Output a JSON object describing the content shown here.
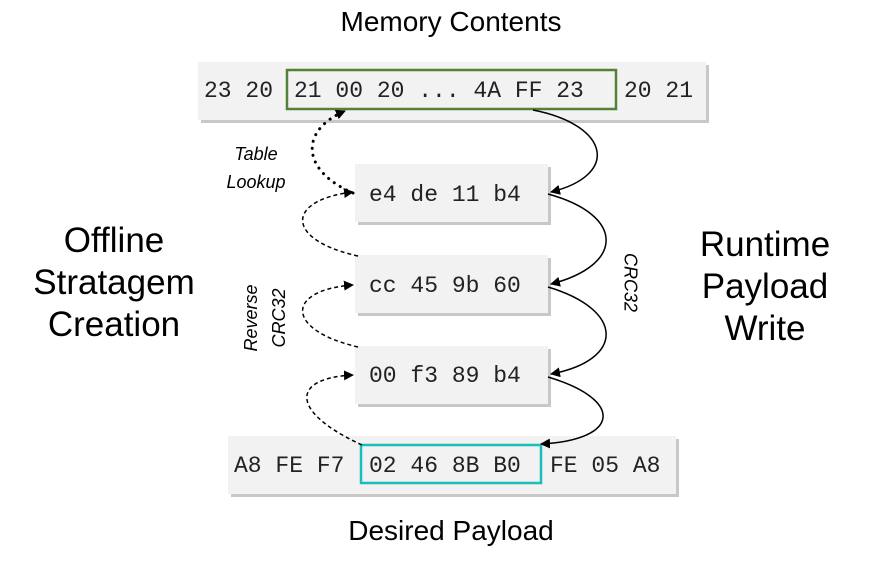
{
  "title_top": "Memory Contents",
  "title_bottom": "Desired Payload",
  "left_label": [
    "Offline",
    "Stratagem",
    "Creation"
  ],
  "right_label": [
    "Runtime",
    "Payload",
    "Write"
  ],
  "memory": {
    "before": "23 20",
    "highlight": "21 00 20 ... 4A FF 23",
    "after": "20 21"
  },
  "crc_blocks": [
    "e4 de 11 b4",
    "cc 45 9b 60",
    "00 f3 89 b4"
  ],
  "payload": {
    "before": "A8 FE F7",
    "highlight": "02 46 8B B0",
    "after": "FE 05 A8"
  },
  "table_lookup": [
    "Table",
    "Lookup"
  ],
  "reverse_crc32": [
    "Reverse",
    "CRC32"
  ],
  "crc32": "CRC32",
  "colors": {
    "memory_highlight": "#538135",
    "payload_highlight": "#17bebb",
    "box_fill": "#f2f2f2",
    "box_shadow": "#c8c8c8"
  }
}
